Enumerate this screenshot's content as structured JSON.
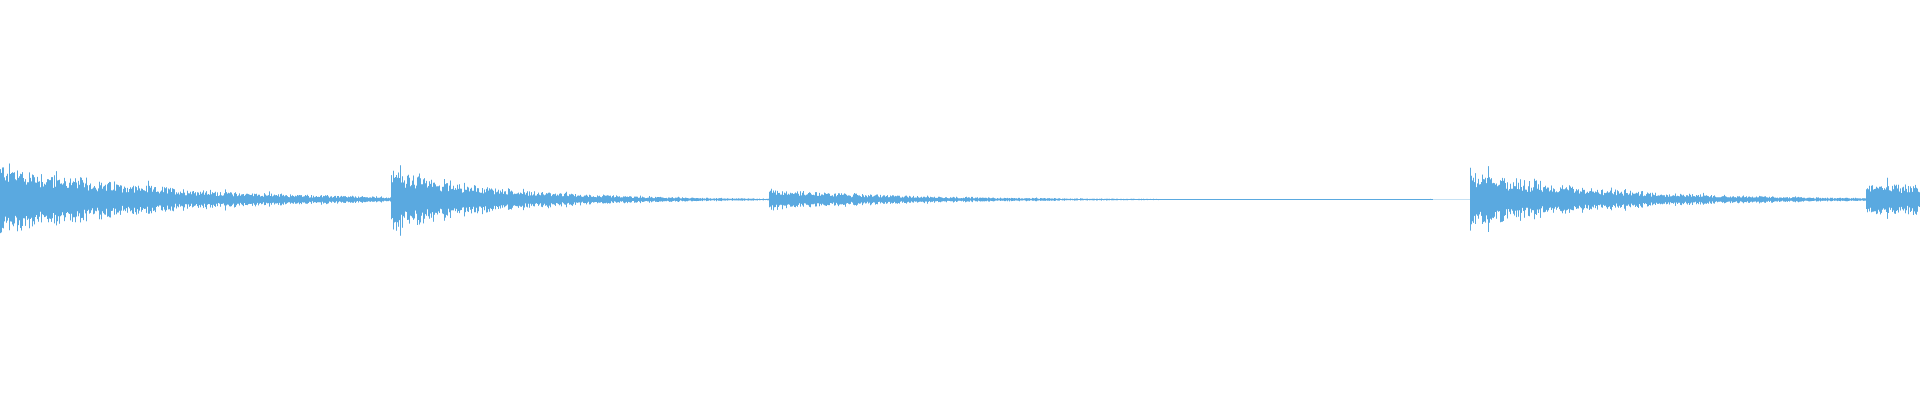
{
  "waveform": {
    "color": "#5aa9e0",
    "background": "#ffffff",
    "clips": [
      {
        "start": 0.0,
        "end": 0.205,
        "peak": 0.95,
        "decay": 0.22,
        "tail": 0.01
      },
      {
        "start": 0.204,
        "end": 0.403,
        "peak": 0.8,
        "decay": 0.16,
        "tail": 0.018
      },
      {
        "start": 0.401,
        "end": 0.746,
        "peak": 0.28,
        "decay": 0.2,
        "tail": 0.012
      },
      {
        "start": 0.766,
        "end": 0.972,
        "peak": 0.72,
        "decay": 0.2,
        "tail": 0.012
      },
      {
        "start": 0.972,
        "end": 1.0,
        "peak": 0.42,
        "decay": 1.0,
        "tail": 0.3
      }
    ]
  }
}
